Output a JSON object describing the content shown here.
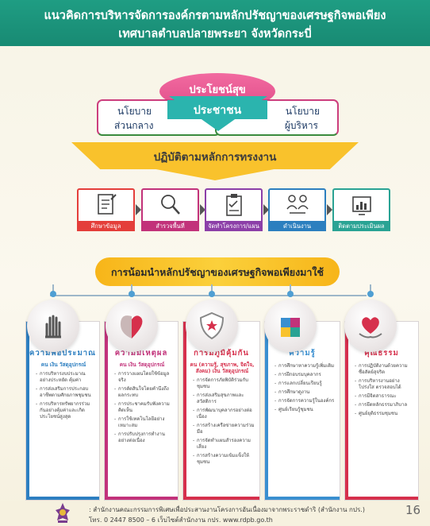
{
  "header": {
    "title_line1": "แนวคิดการบริหารจัดการองค์กรตามหลักปรัชญาของเศรษฐกิจพอเพียง",
    "title_line2": "เทศบาลตำบลปลายพระยา จังหวัดกระบี่"
  },
  "diagram": {
    "benefit": "ประโยชน์สุข",
    "people": "ประชาชน",
    "policy_central_1": "นโยบาย",
    "policy_central_2": "ส่วนกลาง",
    "policy_exec_1": "นโยบาย",
    "policy_exec_2": "ผู้บริหาร",
    "practice": "ปฏิบัติตามหลักการทรงงาน"
  },
  "steps": [
    {
      "label": "ศึกษาข้อมูล",
      "color": "#e43e3a",
      "icon": "document-icon"
    },
    {
      "label": "สำรวจพื้นที่",
      "color": "#c2327a",
      "icon": "search-icon"
    },
    {
      "label": "จัดทำโครงการ/แผน",
      "color": "#8c3fa8",
      "icon": "clipboard-icon"
    },
    {
      "label": "ดำเนินงาน",
      "color": "#2c7fbf",
      "icon": "people-icon"
    },
    {
      "label": "ติดตามประเมินผล",
      "color": "#2aa394",
      "icon": "chart-icon"
    }
  ],
  "banner": "การน้อมนำหลักปรัชญาของเศรษฐกิจพอเพียงมาใช้",
  "cards": [
    {
      "title": "ความพอประมาณ",
      "subtitle": "คน เงิน วัสดุอุปกรณ์",
      "color": "#2d7fc1",
      "icon": "hand-icon",
      "items": [
        "การบริหารงบประมาณอย่างประหยัด คุ้มค่า",
        "การส่งเสริมการประกอบอาชีพตามศักยภาพชุมชน",
        "การบริหารทรัพยากรร่วมกันอย่างคุ้มค่าและเกิดประโยชน์สูงสุด"
      ]
    },
    {
      "title": "ความมีเหตุผล",
      "subtitle": "คน เงิน วัสดุอุปกรณ์",
      "color": "#c2327a",
      "icon": "brain-heart-icon",
      "items": [
        "การวางแผนโดยใช้ข้อมูลจริง",
        "การตัดสินใจโดยคำนึงถึงผลกระทบ",
        "การประชาคมรับฟังความคิดเห็น",
        "การใช้เทคโนโลยีอย่างเหมาะสม",
        "การปรับปรุงการทำงานอย่างต่อเนื่อง"
      ]
    },
    {
      "title": "การมีภูมิคุ้มกัน",
      "subtitle": "คน (ความรู้, สุขภาพ, จิตใจ, สังคม) เงิน วัสดุอุปกรณ์",
      "color": "#d6304c",
      "icon": "shield-icon",
      "items": [
        "การจัดการภัยพิบัติร่วมกับชุมชน",
        "การส่งเสริมสุขภาพและสวัสดิการ",
        "การพัฒนาบุคลากรอย่างต่อเนื่อง",
        "การสร้างเครือข่ายความร่วมมือ",
        "การจัดทำแผนสำรองความเสี่ยง",
        "การสร้างความเข้มแข็งให้ชุมชน"
      ]
    },
    {
      "title": "ความรู้",
      "subtitle": "",
      "color": "#3a8fd0",
      "icon": "puzzle-icon",
      "items": [
        "การศึกษาหาความรู้เพิ่มเติม",
        "การฝึกอบรมบุคลากร",
        "การแลกเปลี่ยนเรียนรู้",
        "การศึกษาดูงาน",
        "การจัดการความรู้ในองค์กร",
        "ศูนย์เรียนรู้ชุมชน"
      ]
    },
    {
      "title": "คุณธรรม",
      "subtitle": "",
      "color": "#d6304c",
      "icon": "heart-hands-icon",
      "items": [
        "การปฏิบัติงานด้วยความซื่อสัตย์สุจริต",
        "การบริหารงานอย่างโปร่งใส ตรวจสอบได้",
        "การมีจิตสาธารณะ",
        "การยึดหลักธรรมาภิบาล",
        "ศูนย์ยุติธรรมชุมชน"
      ]
    }
  ],
  "footer": {
    "line1": ": สำนักงานคณะกรรมการพิเศษเพื่อประสานงานโครงการอันเนื่องมาจากพระราชดำริ (สำนักงาน กปร.)",
    "line2": "โทร. 0 2447 8500 – 6   เว็บไซต์สำนักงาน กปร.  www.rdpb.go.th",
    "page_number": "16"
  }
}
